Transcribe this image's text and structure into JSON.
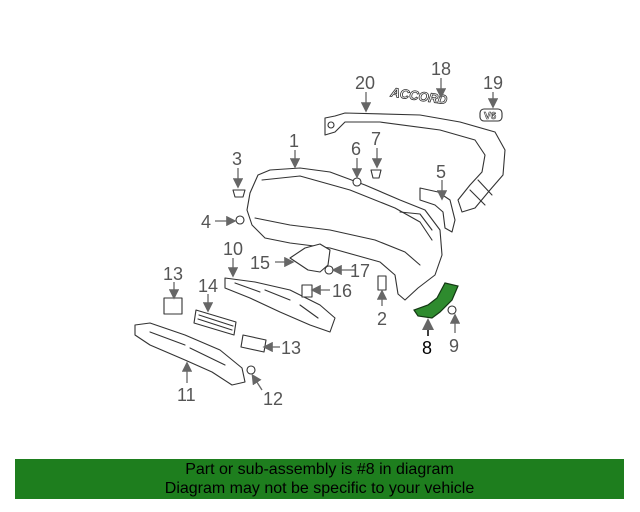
{
  "diagram": {
    "callouts": [
      "1",
      "2",
      "3",
      "4",
      "5",
      "6",
      "7",
      "8",
      "9",
      "10",
      "11",
      "12",
      "13",
      "13",
      "14",
      "15",
      "16",
      "17",
      "18",
      "19",
      "20"
    ],
    "emblem_text": "ACCORD",
    "badge_text": "V6",
    "highlighted_part": "8",
    "highlight_color": "#2e8b2e"
  },
  "footer": {
    "line1": "Part or sub-assembly is #8 in diagram",
    "line2": "Diagram may not be specific to your vehicle",
    "background": "#1e7e1e"
  }
}
